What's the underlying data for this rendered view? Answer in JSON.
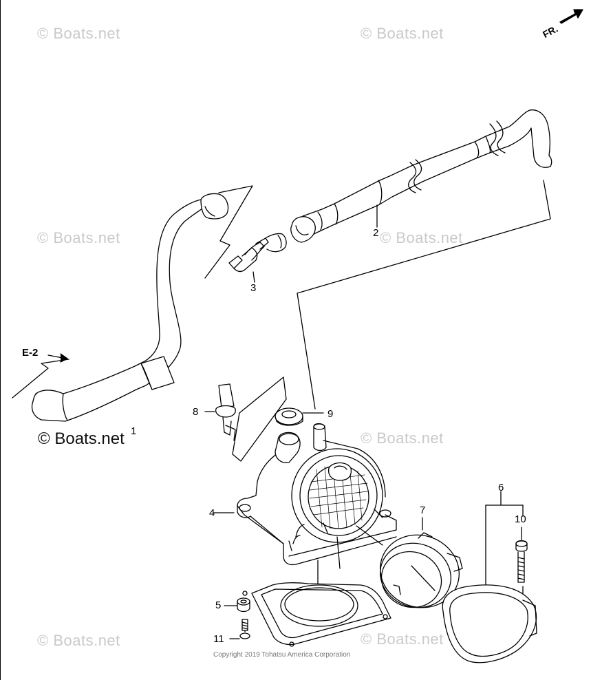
{
  "watermarks": [
    "© Boats.net",
    "© Boats.net",
    "© Boats.net",
    "© Boats.net",
    "© Boats.net",
    "© Boats.net",
    "© Boats.net"
  ],
  "watermark_prominent": "© Boats.net",
  "direction_label": "FR.",
  "reference_label": "E-2",
  "callouts": [
    "1",
    "2",
    "3",
    "4",
    "5",
    "6",
    "7",
    "8",
    "9",
    "10",
    "11"
  ],
  "copyright": "Copyright 2019 Tohatsu America Corporation"
}
